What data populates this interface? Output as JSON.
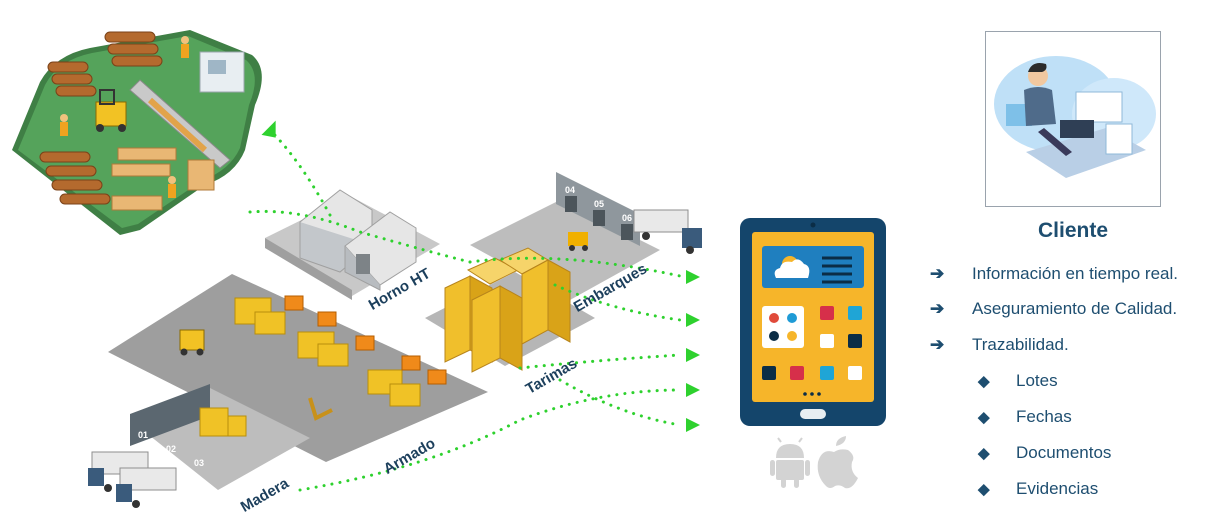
{
  "zones": {
    "horno": "Horno HT",
    "embarques": "Embarques",
    "tarimas": "Tarimas",
    "armado": "Armado",
    "madera": "Madera"
  },
  "docks_left": [
    "01",
    "02",
    "03"
  ],
  "docks_right": [
    "04",
    "05",
    "06"
  ],
  "client": {
    "title": "Cliente",
    "features": [
      "Información en tiempo real.",
      "Aseguramiento de Calidad.",
      "Trazabilidad."
    ],
    "sub_items": [
      "Lotes",
      "Fechas",
      "Documentos",
      "Evidencias"
    ]
  },
  "icons": {
    "arrow": "arrow-right-icon",
    "diamond": "diamond-bullet-icon",
    "android": "android-icon",
    "apple": "apple-icon",
    "cloud": "weather-cloud-icon"
  },
  "colors": {
    "flow_dots": "#2ed12e",
    "text_dark": "#1e4e70",
    "tablet_frame": "#14456b",
    "tablet_screen": "#f6b52a",
    "floor": "#a5a5a5",
    "grass": "#4a8f4f"
  }
}
